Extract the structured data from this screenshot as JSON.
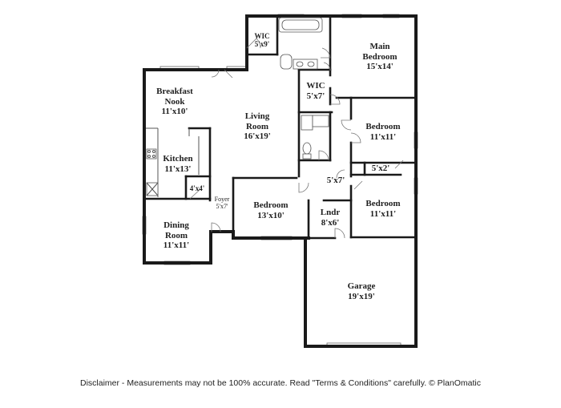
{
  "rooms": {
    "wic_top": {
      "name": "WIC",
      "dims": "5'x9'"
    },
    "main_bedroom": {
      "name": "Main Bedroom",
      "dims": "15'x14'"
    },
    "wic_mid": {
      "name": "WIC",
      "dims": "5'x7'"
    },
    "breakfast_nook": {
      "name": "Breakfast Nook",
      "dims": "11'x10'"
    },
    "living_room": {
      "name": "Living Room",
      "dims": "16'x19'"
    },
    "bedroom_right_top": {
      "name": "Bedroom",
      "dims": "11'x11'"
    },
    "kitchen": {
      "name": "Kitchen",
      "dims": "11'x13'"
    },
    "closet_5x2": {
      "dims": "5'x2'"
    },
    "hall_5x7": {
      "dims": "5'x7'"
    },
    "pantry": {
      "dims": "4'x4'"
    },
    "foyer": {
      "name": "Foyer",
      "dims": "5'x7'"
    },
    "bedroom_mid": {
      "name": "Bedroom",
      "dims": "13'x10'"
    },
    "bedroom_right_bottom": {
      "name": "Bedroom",
      "dims": "11'x11'"
    },
    "laundry": {
      "name": "Lndr",
      "dims": "8'x6'"
    },
    "dining_room": {
      "name": "Dining Room",
      "dims": "11'x11'"
    },
    "garage": {
      "name": "Garage",
      "dims": "19'x19'"
    }
  },
  "footer": {
    "disclaimer": "Disclaimer - Measurements may not be 100% accurate. Read \"Terms & Conditions\" carefully. © PlanOmatic"
  }
}
